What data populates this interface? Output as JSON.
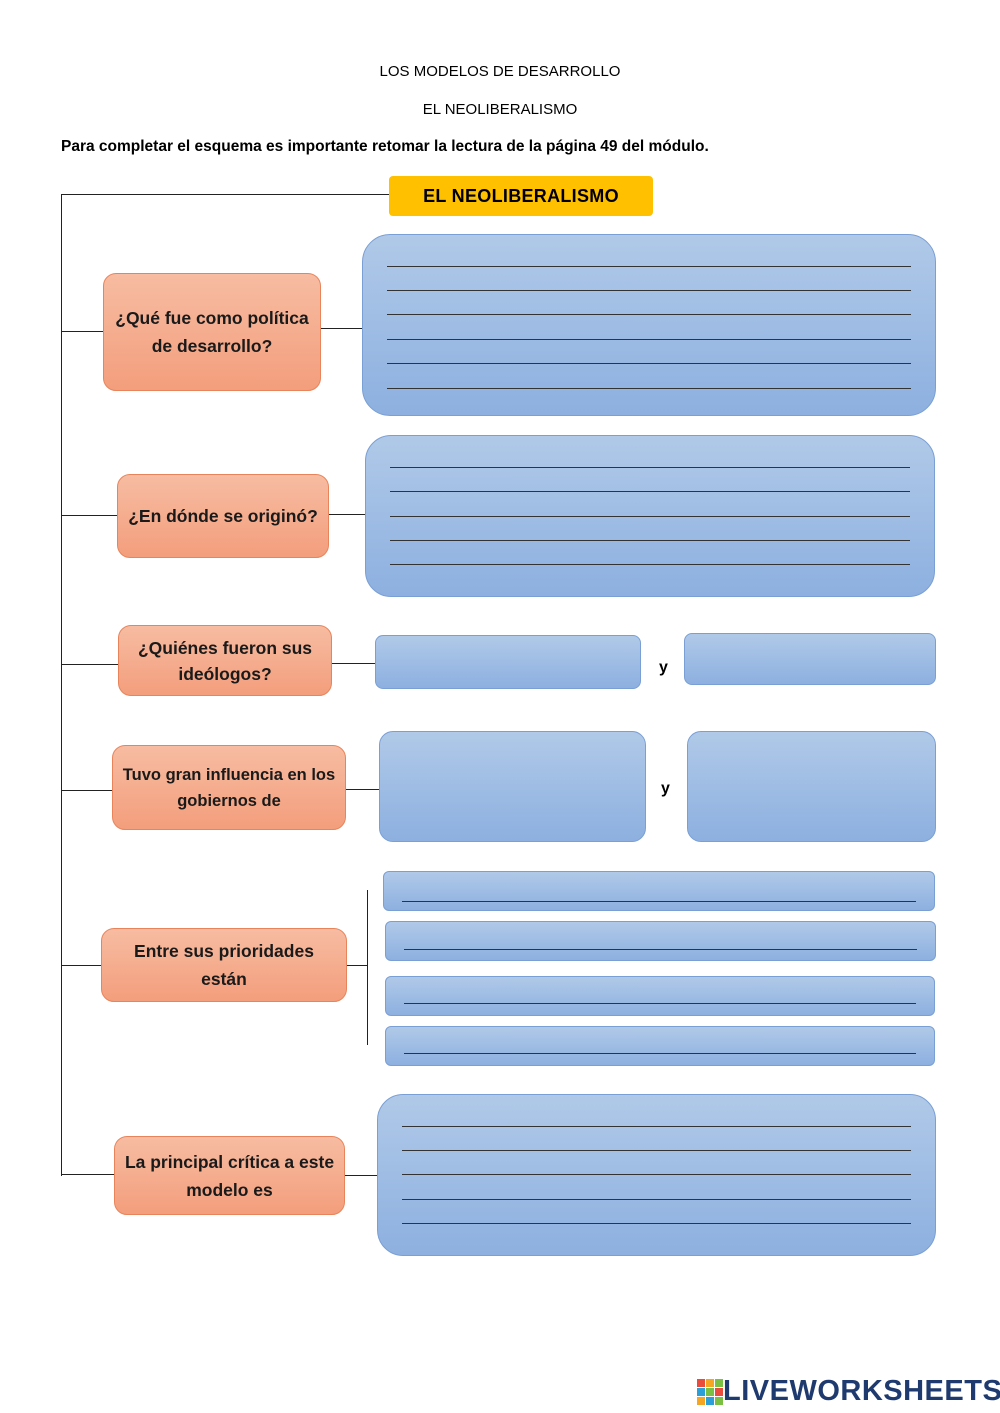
{
  "header": {
    "line1": "LOS MODELOS DE DESARROLLO",
    "line2": "EL NEOLIBERALISMO",
    "instruction": "Para completar el esquema es importante retomar la lectura de la página 49 del módulo."
  },
  "diagram": {
    "title": "EL NEOLIBERALISMO",
    "questions": [
      "¿Qué fue como política de desarrollo?",
      "¿En dónde se originó?",
      "¿Quiénes fueron sus ideólogos?",
      "Tuvo gran influencia en los gobiernos de",
      "Entre sus prioridades están",
      "La principal crítica a este modelo es"
    ],
    "connector": "y"
  },
  "footer": {
    "logo_text": "LIVEWORKSHEETS"
  },
  "colors": {
    "title_bg": "#ffc000",
    "question_bg": "#f5a98a",
    "answer_bg": "#9dbde6"
  }
}
